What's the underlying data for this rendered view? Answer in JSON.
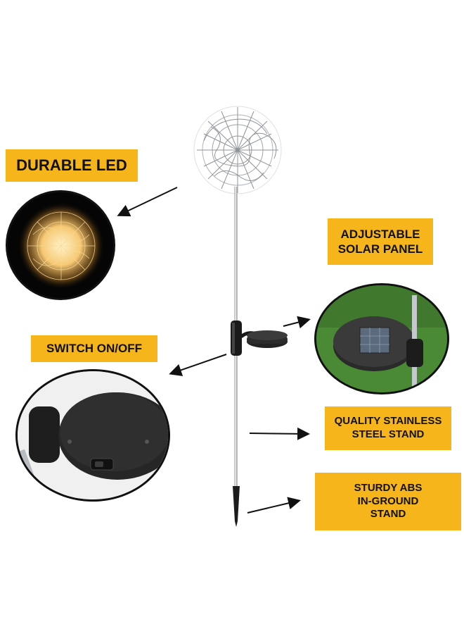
{
  "labels": {
    "durable_led": "DURABLE LED",
    "solar_panel": [
      "ADJUSTABLE",
      "SOLAR PANEL"
    ],
    "switch": "SWITCH ON/OFF",
    "steel_stand": [
      "QUALITY STAINLESS",
      "STEEL STAND"
    ],
    "abs_stand": [
      "STURDY ABS",
      "IN-GROUND",
      "STAND"
    ]
  },
  "colors": {
    "label_bg": "#f5b51b",
    "led_glow": "#f6c873",
    "grass": "#3f7a2d"
  }
}
